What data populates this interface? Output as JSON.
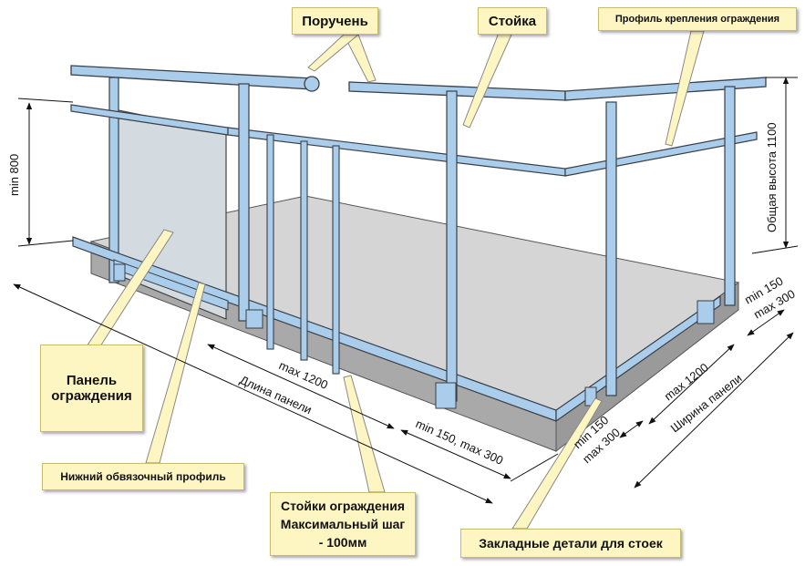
{
  "callouts": {
    "handrail": "Поручень",
    "post": "Стойка",
    "fixing_profile": "Профиль крепления ограждения",
    "panel_line1": "Панель",
    "panel_line2": "ограждения",
    "bottom_profile": "Нижний обвязочный профиль",
    "posts_line1": "Стойки ограждения",
    "posts_line2": "Максимальный шаг",
    "posts_line3": "- 100мм",
    "embedded": "Закладные детали для стоек"
  },
  "dimensions": {
    "min_800": "min 800",
    "total_height": "Общая высота 1100",
    "max_1200_length": "max 1200",
    "panel_length": "Длина панели",
    "min150_max300_front": "min 150, max 300",
    "max_1200_width": "max 1200",
    "panel_width": "Ширина панели",
    "min_150_right": "min 150",
    "max_300_right": "max 300",
    "min_150_corner": "min 150",
    "max_300_corner": "max 300"
  },
  "colors": {
    "metal": "#a9cdea",
    "metal_edge": "#3a3f48",
    "glass": "#d4dbe0",
    "slab_top": "#d5d5d5",
    "slab_side": "#a9a9a9",
    "callout_bg": "#fdf6c3"
  }
}
